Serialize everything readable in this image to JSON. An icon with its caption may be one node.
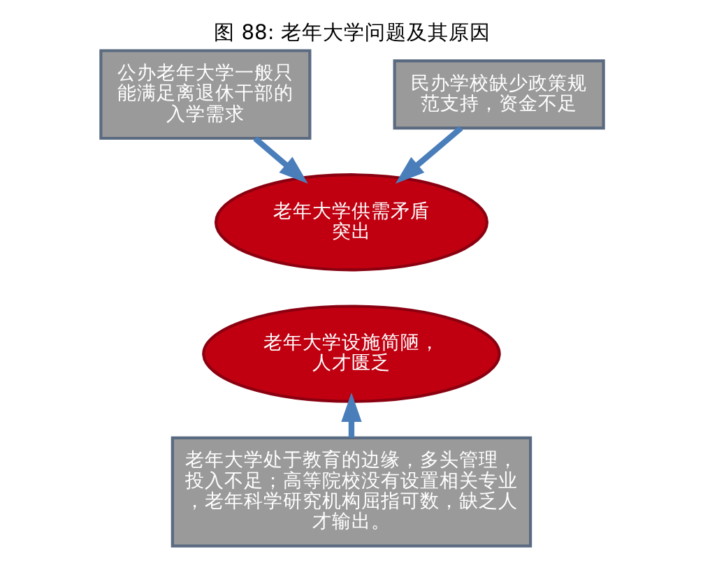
{
  "diagram": {
    "title": "图 88: 老年大学问题及其原因",
    "nodes": [
      {
        "text": [
          "公办老年大学一般只能满足离退休干部的入学需求"
        ]
      },
      {
        "text": [
          "民办学校缺少政策规范支持，资金不足"
        ]
      },
      {
        "text": [
          "老年大学供需矛盾突出"
        ]
      },
      {
        "text": [
          "老年大学设施简陋，人才匮乏"
        ]
      },
      {
        "text": [
          "老年大学处于教育的边缘，多头管理，投入不足；高等院校没有设置相关专业，老年科学研究机构屈指可数，缺乏人才输出。"
        ]
      }
    ],
    "edges": [
      {
        "from": 0,
        "to": 2,
        "arrow": "to"
      },
      {
        "from": 1,
        "to": 2,
        "arrow": "to"
      },
      {
        "from": 4,
        "to": 3,
        "arrow": "to"
      }
    ]
  }
}
